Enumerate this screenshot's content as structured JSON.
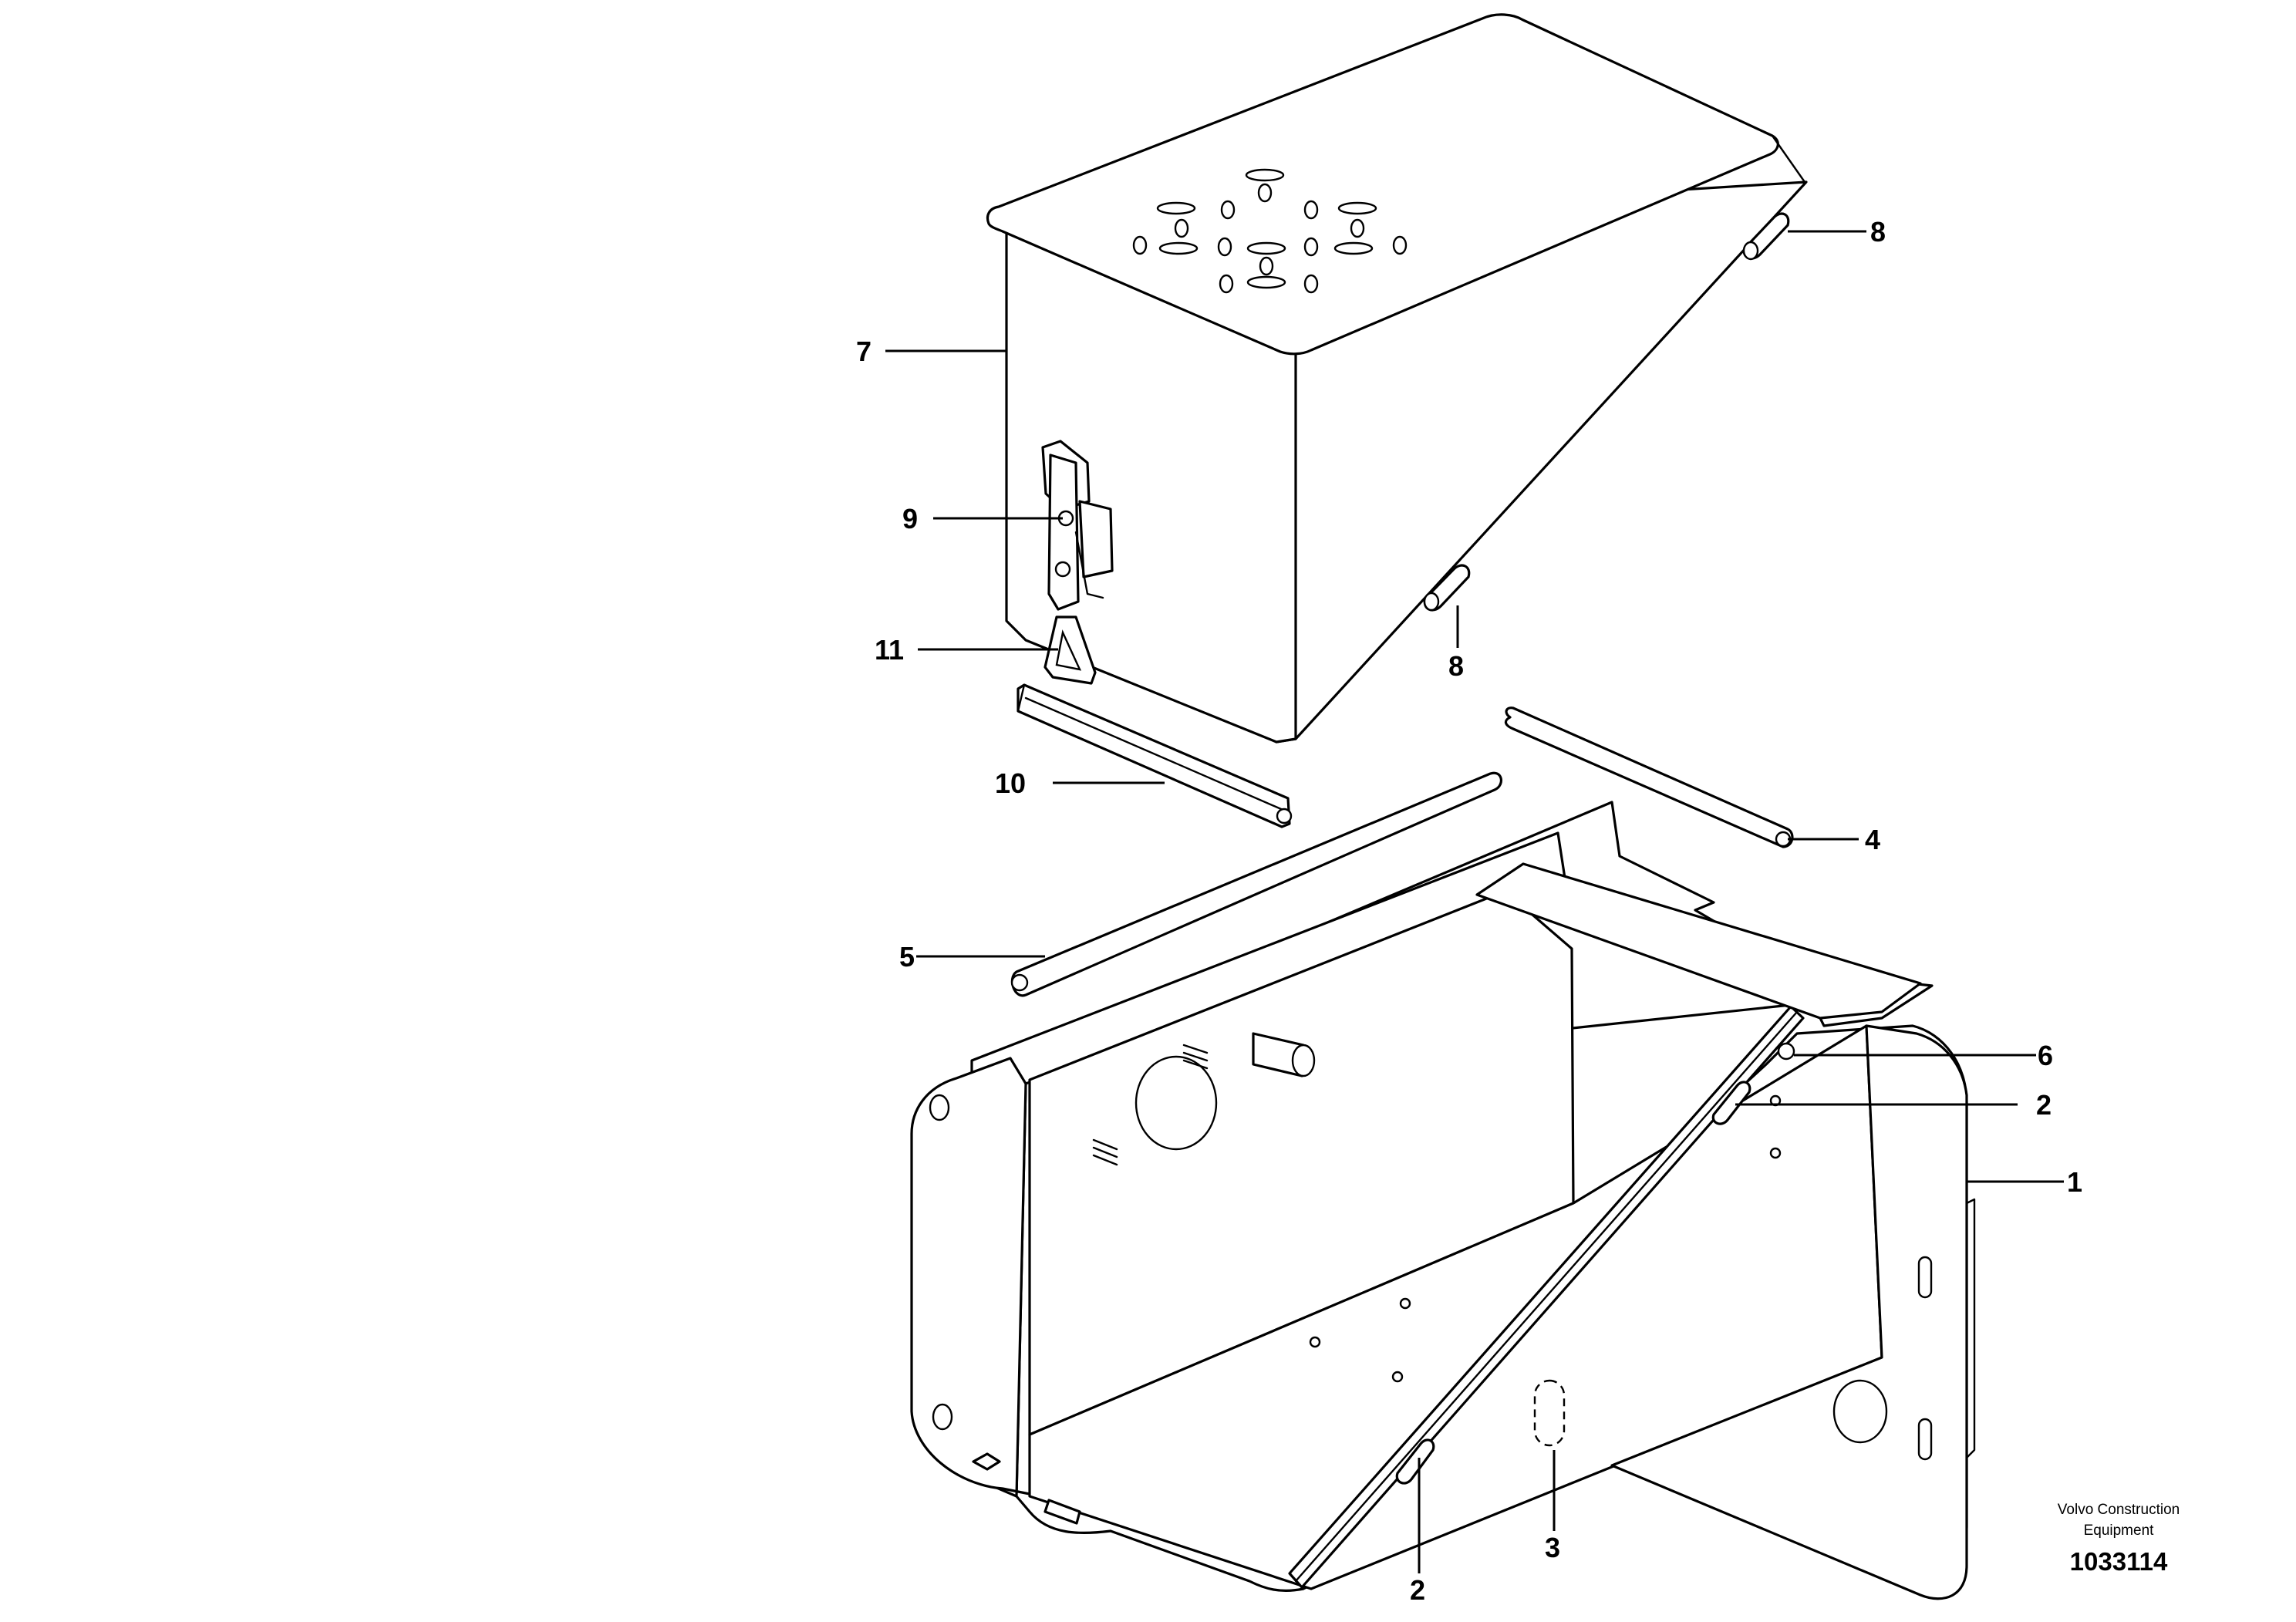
{
  "callouts": {
    "c1": "1",
    "c2a": "2",
    "c2b": "2",
    "c3": "3",
    "c4": "4",
    "c5": "5",
    "c6": "6",
    "c7": "7",
    "c8a": "8",
    "c8b": "8",
    "c9": "9",
    "c10": "10",
    "c11": "11"
  },
  "footer": {
    "brand_line1": "Volvo Construction",
    "brand_line2": "Equipment",
    "part_number": "1033114"
  }
}
